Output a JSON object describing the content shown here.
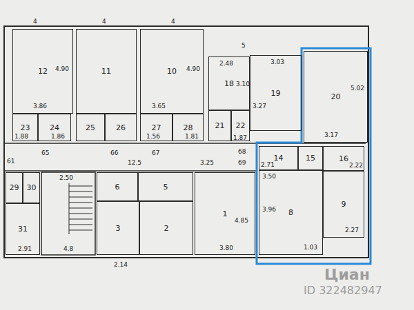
{
  "diagram": {
    "nodes": [
      {
        "text": [
          "12"
        ]
      },
      {
        "text": [
          "11"
        ]
      },
      {
        "text": [
          "10"
        ]
      },
      {
        "text": [
          "18"
        ]
      },
      {
        "text": [
          "19"
        ]
      },
      {
        "text": [
          "20"
        ]
      },
      {
        "text": [
          "23"
        ]
      },
      {
        "text": [
          "24"
        ]
      },
      {
        "text": [
          "25"
        ]
      },
      {
        "text": [
          "26"
        ]
      },
      {
        "text": [
          "27"
        ]
      },
      {
        "text": [
          "28"
        ]
      },
      {
        "text": [
          "21"
        ]
      },
      {
        "text": [
          "22"
        ]
      },
      {
        "text": [
          "14"
        ]
      },
      {
        "text": [
          "15"
        ]
      },
      {
        "text": [
          "16"
        ]
      },
      {
        "text": [
          "29"
        ]
      },
      {
        "text": [
          "30"
        ]
      },
      {
        "text": [
          "6"
        ]
      },
      {
        "text": [
          "5"
        ]
      },
      {
        "text": [
          "1"
        ]
      },
      {
        "text": [
          "31"
        ]
      },
      {
        "text": [
          "3"
        ]
      },
      {
        "text": [
          "2"
        ]
      },
      {
        "text": [
          "8"
        ]
      },
      {
        "text": [
          "9"
        ]
      }
    ],
    "labels": [
      "4",
      "4",
      "4",
      "5",
      "4.90",
      "3.86",
      "3.65",
      "4.90",
      "2.48",
      "3.10",
      "3.03",
      "3.27",
      "5.02",
      "3.17",
      "1.88",
      "1.86",
      "1.56",
      "1.81",
      "1.87",
      "61",
      "65",
      "66",
      "67",
      "68",
      "69",
      "12.5",
      "3.25",
      "2.50",
      "4.8",
      "2.91",
      "2.14",
      "4.85",
      "3.80",
      "2.71",
      "2.22",
      "3.50",
      "3.96",
      "1.03",
      "2.27",
      "Циан",
      "ID 322482947"
    ]
  }
}
